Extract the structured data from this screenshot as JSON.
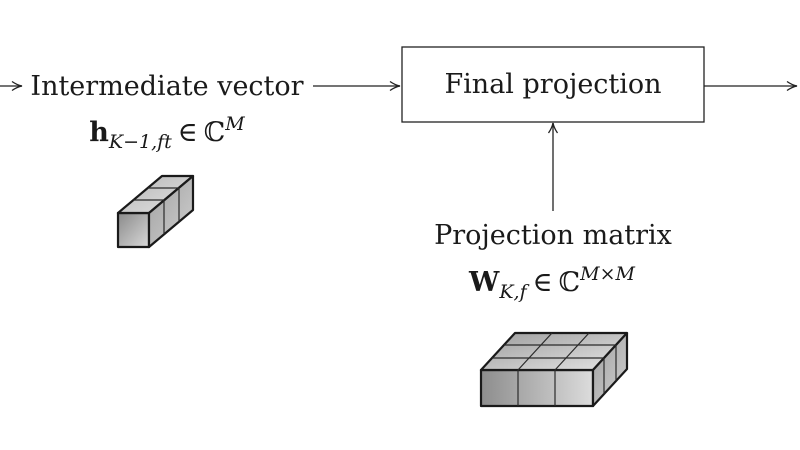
{
  "nodes": {
    "intermediate": {
      "label": "Intermediate vector",
      "symbol": "h",
      "subscript": "K−1,ft",
      "member": "∈",
      "space": "ℂ",
      "superscript": "M"
    },
    "final_projection": {
      "label": "Final projection"
    },
    "projection_matrix": {
      "label": "Projection matrix",
      "symbol": "W",
      "subscript": "K,f",
      "member": "∈",
      "space": "ℂ",
      "superscript": "M×M"
    }
  }
}
